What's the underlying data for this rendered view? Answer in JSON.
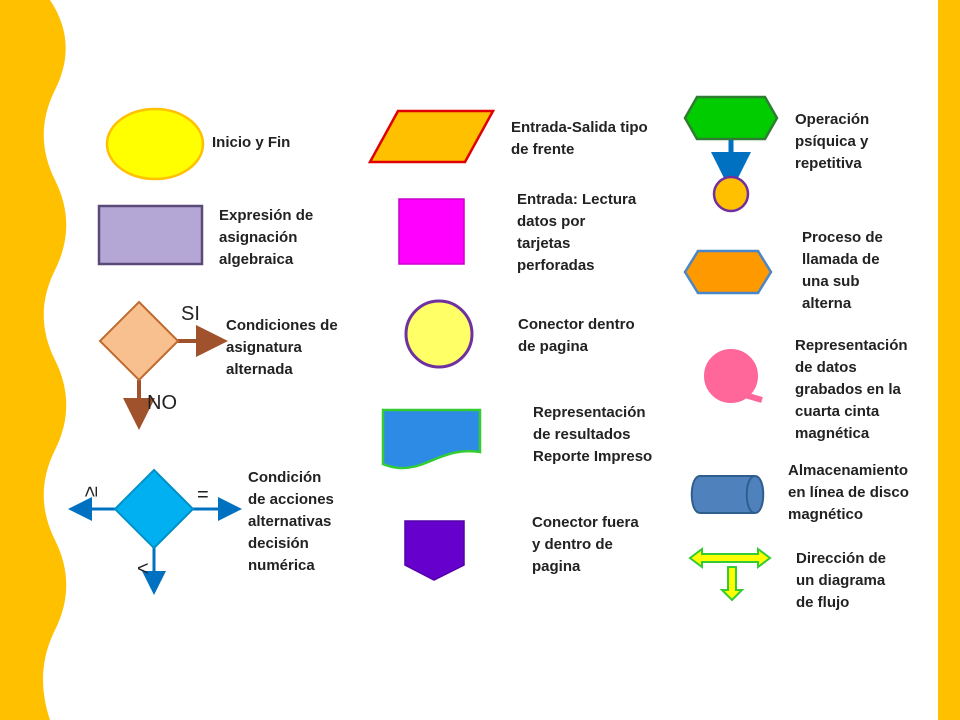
{
  "colors": {
    "frame": "#FFC000",
    "ellipse_fill": "#FFFF00",
    "rect_fill": "#B4A7D6",
    "diamond_fill": "#F9C08F",
    "arrow_brown": "#A0522D",
    "diamond_blue": "#00B0F0",
    "arrow_blue": "#0070C0",
    "para_fill": "#FFC000",
    "red_border": "#E00000",
    "magenta": "#FF00FF",
    "circle_fill": "#FFFF66",
    "purple_border": "#7030A0",
    "doc_fill": "#2E8BE5",
    "doc_border": "#33CC33",
    "pentagon_fill": "#6600CC",
    "hex_green": "#00CC00",
    "hex_orange": "#FF9900",
    "tape_pink": "#FF6699",
    "cylinder_blue": "#4F81BD",
    "flow_yellow": "#FFFF00",
    "flow_green": "#33CC33"
  },
  "labels": {
    "inicio_fin": "Inicio y Fin",
    "asignacion": "Expresión de\nasignación\nalgebraica",
    "condiciones": "Condiciones de\nasignatura\nalternada",
    "si": "SI",
    "no": "NO",
    "decision": "Condición\nde acciones\nalternativas\ndecisión\nnumérica",
    "mayor": "≥",
    "igual": "=",
    "menor": "<",
    "entrada_salida": "Entrada-Salida tipo\nde frente",
    "lectura": "Entrada: Lectura\ndatos por\ntarjetas\nperforadas",
    "conector_dentro": "Conector dentro\nde pagina",
    "reporte": "Representación\nde resultados\nReporte Impreso",
    "conector_fuera": "Conector fuera\ny dentro de\npagina",
    "operacion": "Operación\npsíquica y\nrepetitiva",
    "sub_alterna": "Proceso de\nllamada de\nuna sub\nalterna",
    "cinta": "Representación\nde datos\ngrabados en la\ncuarta cinta\nmagnética",
    "disco": "Almacenamiento\nen línea de disco\nmagnético",
    "direccion": "Dirección de\nun diagrama\nde flujo"
  },
  "icons": [
    "ellipse-terminal-icon",
    "rectangle-process-icon",
    "diamond-decision-icon",
    "diamond-numeric-decision-icon",
    "parallelogram-io-icon",
    "square-card-icon",
    "circle-connector-icon",
    "document-icon",
    "offpage-connector-icon",
    "hexagon-loop-icon",
    "hexagon-subroutine-icon",
    "magnetic-tape-icon",
    "disk-storage-icon",
    "flow-direction-icon"
  ]
}
